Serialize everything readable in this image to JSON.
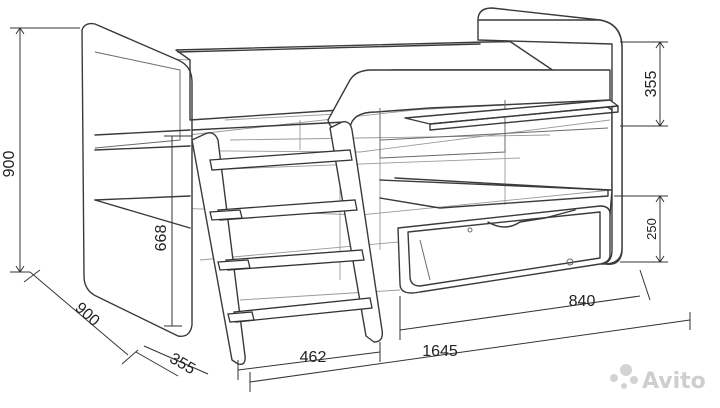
{
  "diagram": {
    "dimensions": {
      "height_total": "900",
      "depth_total": "900",
      "ladder_height": "668",
      "ladder_depth": "355",
      "ladder_width": "462",
      "length_total": "1645",
      "drawer_length": "840",
      "rail_height": "355",
      "drawer_height": "250"
    }
  },
  "watermark": {
    "text": "Avito"
  }
}
